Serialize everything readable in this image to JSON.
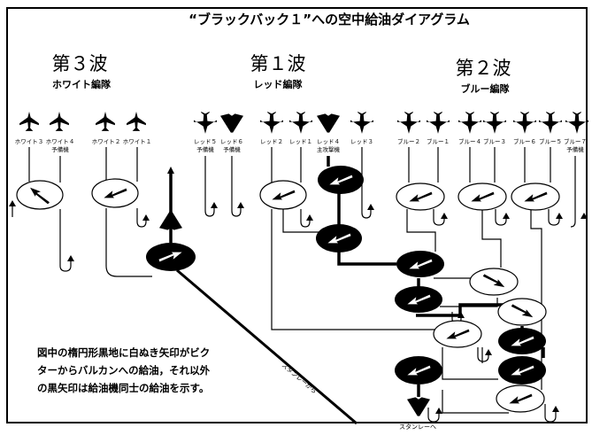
{
  "title": "“ブラックバック１”への空中給油ダイアグラム",
  "waves": [
    {
      "name": "第３波",
      "formation": "ホワイト編隊"
    },
    {
      "name": "第１波",
      "formation": "レッド編隊"
    },
    {
      "name": "第２波",
      "formation": "ブルー編隊"
    }
  ],
  "aircraft": {
    "white": [
      {
        "label": "ホワイト３",
        "note": ""
      },
      {
        "label": "ホワイト４",
        "note": "予備機"
      },
      {
        "label": "ホワイト２",
        "note": ""
      },
      {
        "label": "ホワイト１",
        "note": ""
      }
    ],
    "red": [
      {
        "label": "レッド５",
        "note": "予備機"
      },
      {
        "label": "レッド６",
        "note": "予備機"
      },
      {
        "label": "レッド２",
        "note": ""
      },
      {
        "label": "レッド１",
        "note": ""
      },
      {
        "label": "レッド４",
        "note": "主攻撃機"
      },
      {
        "label": "レッド３",
        "note": ""
      }
    ],
    "blue": [
      {
        "label": "ブルー２",
        "note": ""
      },
      {
        "label": "ブルー１",
        "note": ""
      },
      {
        "label": "ブルー４",
        "note": ""
      },
      {
        "label": "ブルー３",
        "note": ""
      },
      {
        "label": "ブルー６",
        "note": ""
      },
      {
        "label": "ブルー５",
        "note": ""
      },
      {
        "label": "ブルー７",
        "note": "予備機"
      }
    ]
  },
  "route_labels": {
    "from_stanley": "スタンレーから",
    "to_stanley": "スタンレーへ"
  },
  "legend_lines": [
    "図中の楕円形黒地に白ぬき矢印がビク",
    "ターからバルカンへの給油，それ以外",
    "の黒矢印は給油機同士の給油を示す。"
  ]
}
